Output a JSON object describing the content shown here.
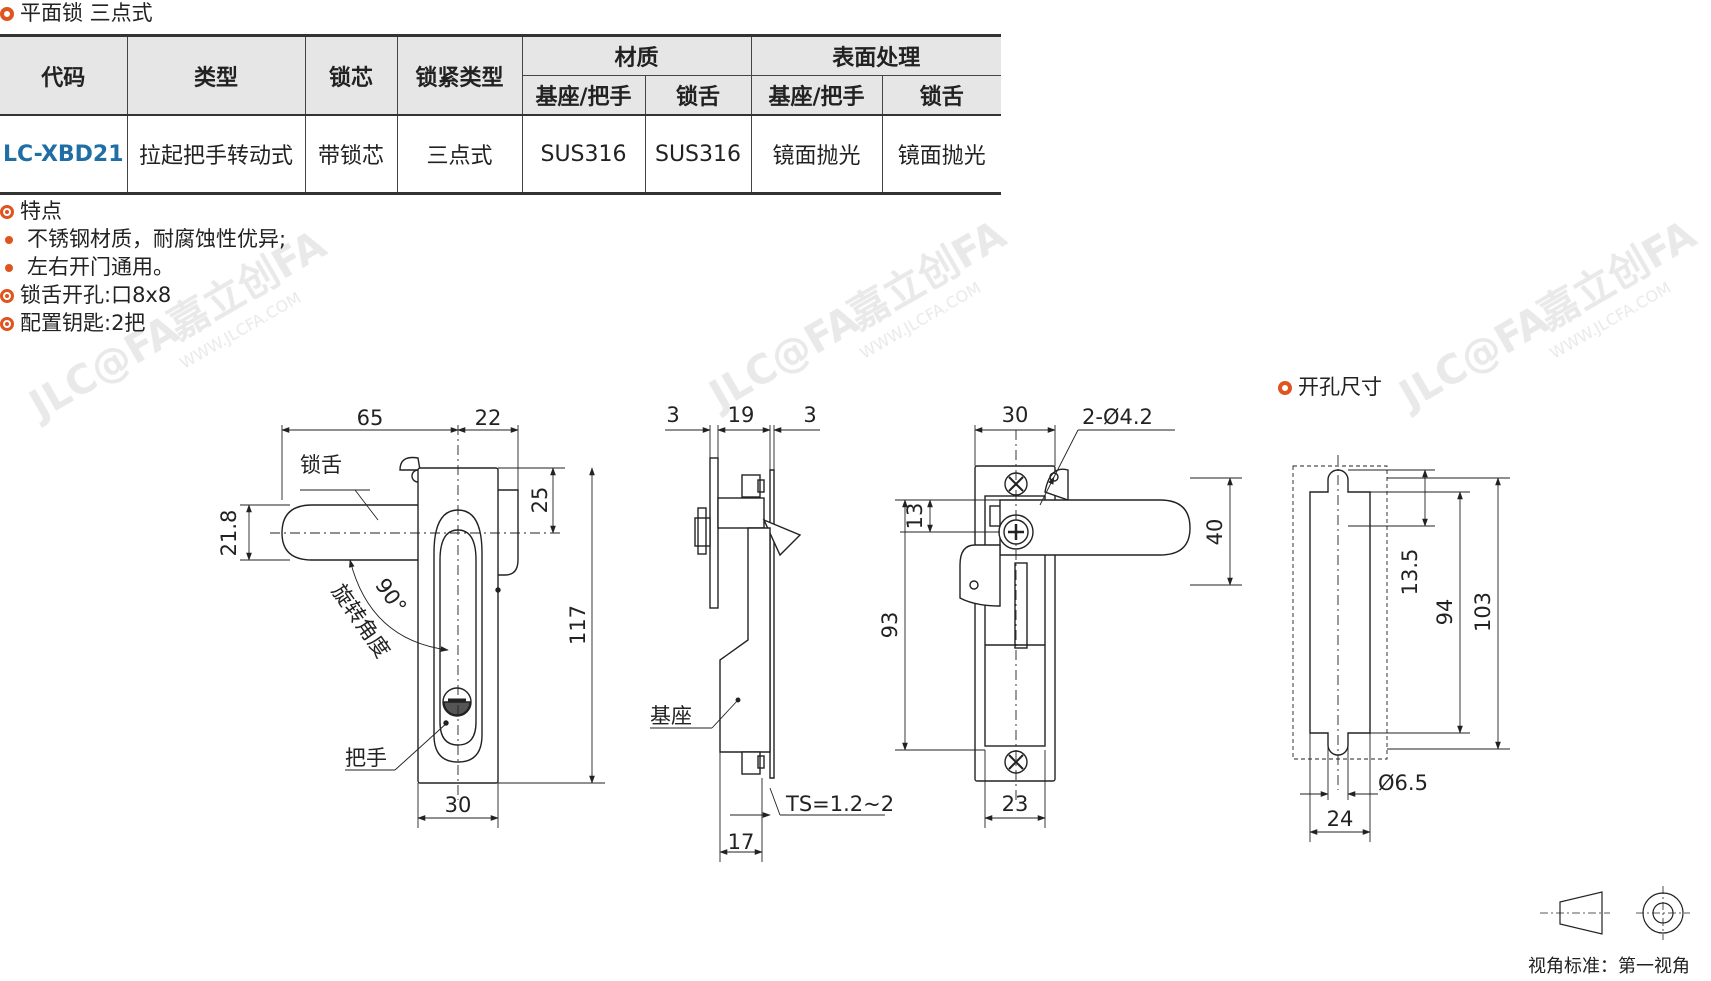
{
  "title": "平面锁 三点式",
  "table": {
    "headers": {
      "code": "代码",
      "type": "类型",
      "core": "锁芯",
      "lock_type": "锁紧类型",
      "material": "材质",
      "surface": "表面处理",
      "material_base": "基座/把手",
      "material_tongue": "锁舌",
      "surface_base": "基座/把手",
      "surface_tongue": "锁舌"
    },
    "row": {
      "code": "LC-XBD21",
      "type": "拉起把手转动式",
      "core": "带锁芯",
      "lock_type": "三点式",
      "material_base": "SUS316",
      "material_tongue": "SUS316",
      "surface_base": "镜面抛光",
      "surface_tongue": "镜面抛光"
    }
  },
  "features": {
    "heading": "特点",
    "items": [
      "不锈钢材质，耐腐蚀性优异;",
      "左右开门通用。"
    ],
    "tongue_hole": "锁舌开孔:口8x8",
    "keys": "配置钥匙:2把"
  },
  "watermark": {
    "logo": "JLC@FA",
    "brand": "嘉立创FA",
    "url": "WWW.JLCFA.COM"
  },
  "front_view": {
    "dims": {
      "d65": "65",
      "d22": "22",
      "d25": "25",
      "d21_8": "21.8",
      "d117": "117",
      "d30": "30",
      "angle": "90°"
    },
    "labels": {
      "tongue": "锁舌",
      "rotation": "旋转角度",
      "handle": "把手"
    }
  },
  "side_view": {
    "dims": {
      "d3a": "3",
      "d19": "19",
      "d3b": "3",
      "ts": "TS=1.2~2",
      "d17": "17"
    },
    "labels": {
      "base": "基座"
    }
  },
  "back_view": {
    "dims": {
      "d30": "30",
      "hole": "2-Ø4.2",
      "d13": "13",
      "d40": "40",
      "d93": "93",
      "d23": "23"
    }
  },
  "cutout": {
    "title": "开孔尺寸",
    "dims": {
      "d13_5": "13.5",
      "d94": "94",
      "d103": "103",
      "d6_5": "Ø6.5",
      "d24": "24"
    }
  },
  "view_standard": "视角标准：第一视角"
}
